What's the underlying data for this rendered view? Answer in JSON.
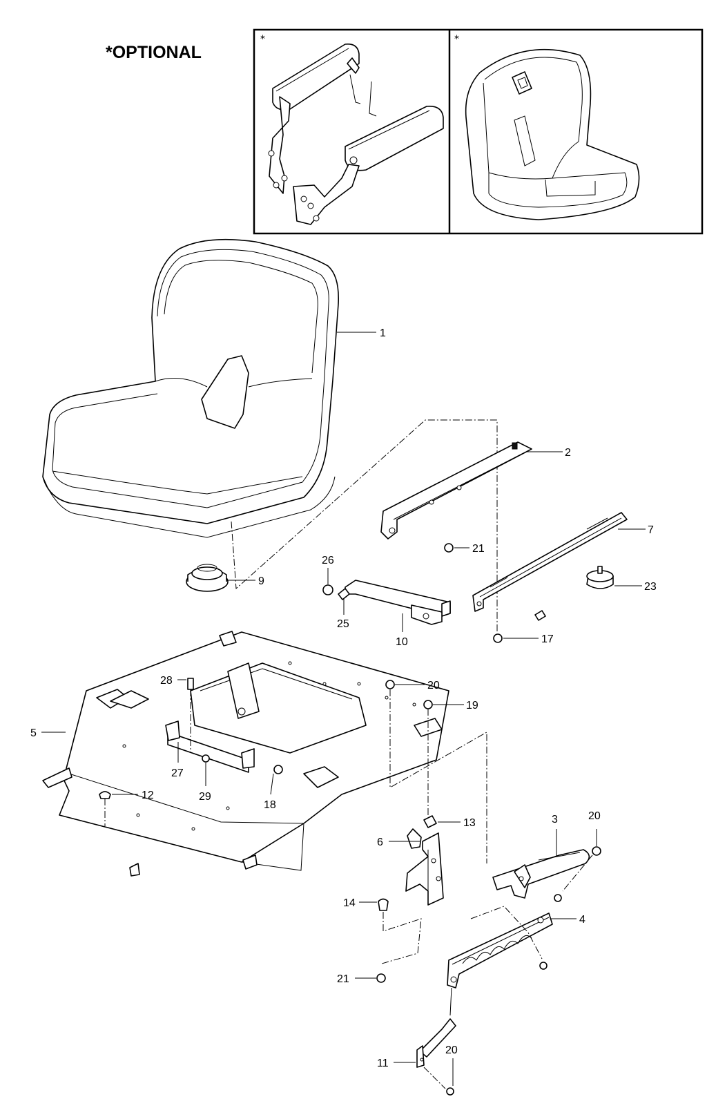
{
  "optional_label": "*OPTIONAL",
  "optional_panels": [
    {
      "star": "*"
    },
    {
      "star": "*"
    }
  ],
  "callouts": {
    "p1": "1",
    "p2": "2",
    "p3": "3",
    "p4": "4",
    "p5": "5",
    "p6": "6",
    "p7": "7",
    "p9": "9",
    "p10": "10",
    "p11": "11",
    "p12": "12",
    "p13": "13",
    "p14": "14",
    "p17": "17",
    "p18": "18",
    "p19": "19",
    "p20a": "20",
    "p20b": "20",
    "p20c": "20",
    "p21a": "21",
    "p21b": "21",
    "p23": "23",
    "p25": "25",
    "p26": "26",
    "p27": "27",
    "p28": "28",
    "p29": "29"
  }
}
